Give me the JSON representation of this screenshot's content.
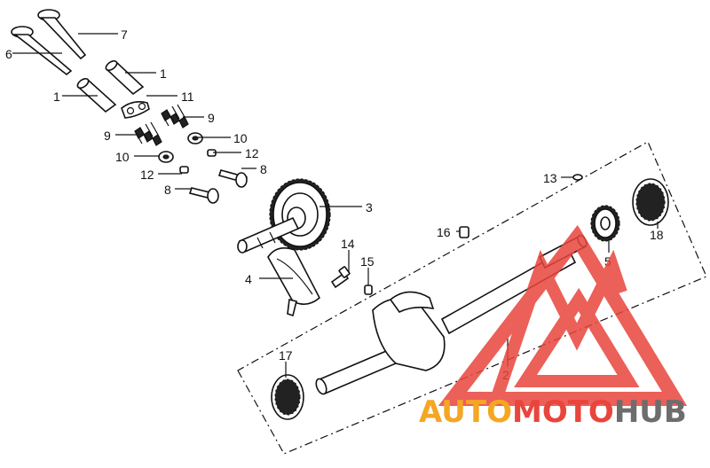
{
  "callouts": {
    "c1a": "1",
    "c1b": "1",
    "c2": "2",
    "c3": "3",
    "c4": "4",
    "c5": "5",
    "c6": "6",
    "c7": "7",
    "c8a": "8",
    "c8b": "8",
    "c9a": "9",
    "c9b": "9",
    "c10a": "10",
    "c10b": "10",
    "c11": "11",
    "c12a": "12",
    "c12b": "12",
    "c13": "13",
    "c14": "14",
    "c15": "15",
    "c16": "16",
    "c17": "17",
    "c18": "18"
  },
  "watermark": {
    "part1": "AUTO",
    "part2": "MOTO",
    "part3": "HUB",
    "color_orange": "#f5a623",
    "color_red": "#e8453c",
    "color_gray": "#6d6d6d"
  }
}
